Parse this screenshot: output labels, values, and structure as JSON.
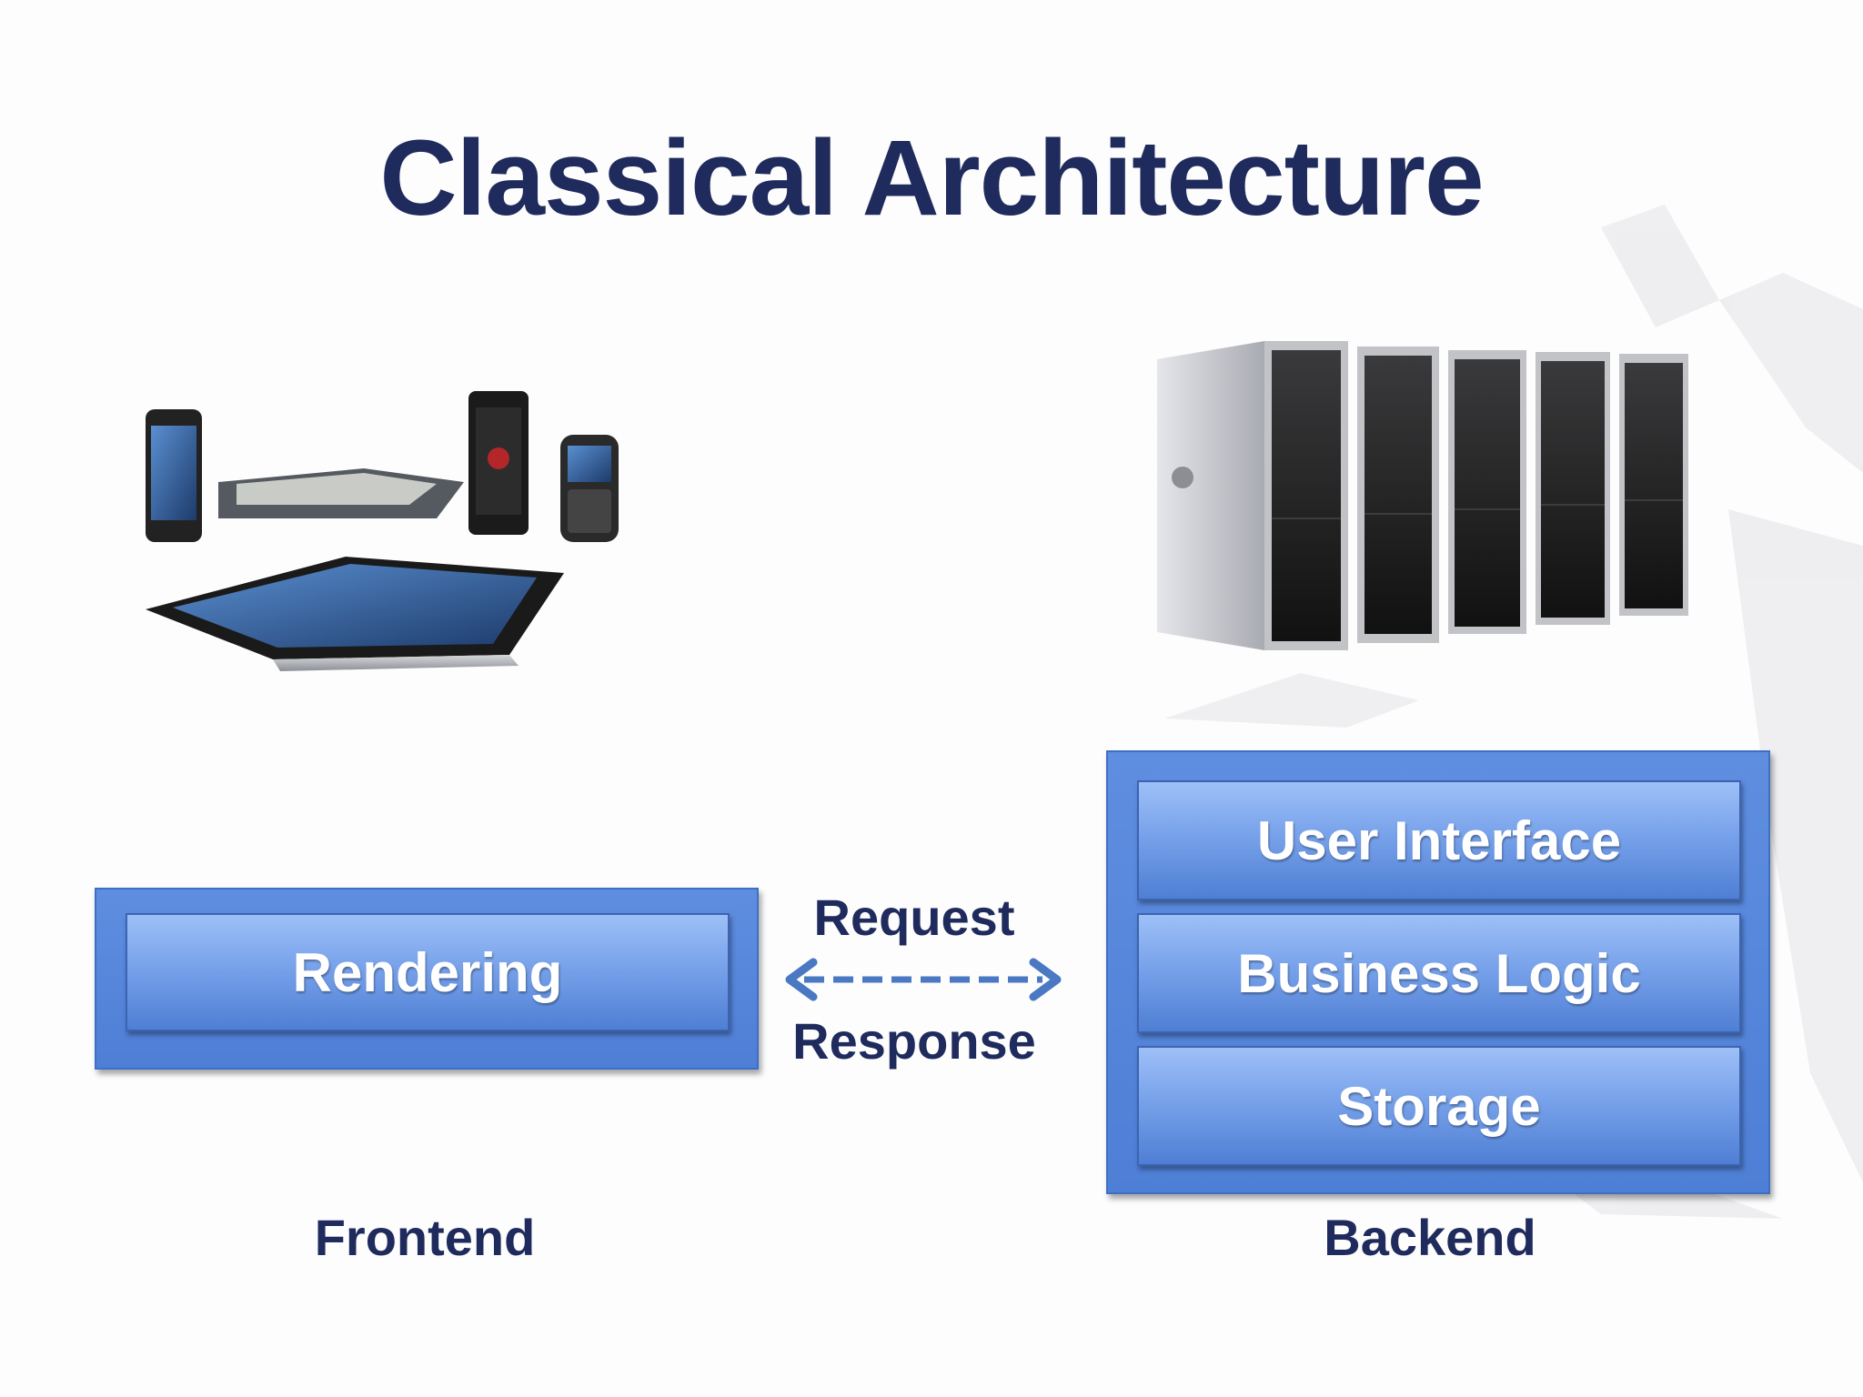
{
  "slide": {
    "title": "Classical Architecture"
  },
  "frontend": {
    "layer": "Rendering",
    "caption": "Frontend"
  },
  "backend": {
    "layers": [
      "User Interface",
      "Business Logic",
      "Storage"
    ],
    "caption": "Backend"
  },
  "exchange": {
    "request_label": "Request",
    "response_label": "Response"
  },
  "colors": {
    "title": "#1f2b5c",
    "box_fill": "#4e7fd6",
    "layer_top": "#9ec0f7",
    "arrow": "#4a78c2"
  }
}
